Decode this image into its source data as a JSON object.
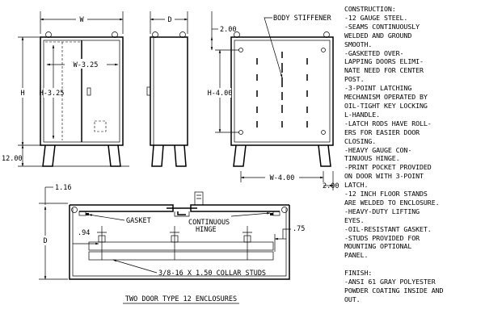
{
  "front_view": {
    "width_label": "W",
    "height_label": "H",
    "inner_width_label": "W-3.25",
    "inner_height_label": "H-3.25",
    "stand_height_label": "12.00"
  },
  "side_view": {
    "depth_label": "D"
  },
  "back_view": {
    "offset_label": "2.00",
    "stiffener_label": "BODY STIFFENER",
    "inner_height_label": "H-4.00",
    "inner_width_label": "W-4.00",
    "side_offset_label": "2.00"
  },
  "plan_view": {
    "top_offset_label": "1.16",
    "depth_label": "D",
    "gasket_label": "GASKET",
    "hinge_label_1": "CONTINUOUS",
    "hinge_label_2": "HINGE",
    "left_dim_label": ".94",
    "right_dim_label": ".75",
    "stud_label": "3/8-16 X 1.50 COLLAR STUDS"
  },
  "caption": "TWO DOOR TYPE 12 ENCLOSURES",
  "construction": {
    "heading": "CONSTRUCTION:",
    "lines": [
      "-12 GAUGE STEEL.",
      "-SEAMS CONTINUOUSLY",
      "WELDED AND GROUND",
      "SMOOTH.",
      "-GASKETED OVER-",
      "LAPPING DOORS ELIMI-",
      "NATE NEED FOR CENTER",
      "POST.",
      "-3-POINT LATCHING",
      "MECHANISM OPERATED BY",
      "OIL-TIGHT KEY LOCKING",
      "L-HANDLE.",
      "-LATCH RODS HAVE ROLL-",
      "ERS FOR EASIER DOOR",
      "CLOSING.",
      "-HEAVY GAUGE CON-",
      "TINUOUS HINGE.",
      "-PRINT POCKET PROVIDED",
      "ON DOOR WITH 3-POINT",
      "LATCH.",
      "-12 INCH FLOOR STANDS",
      "ARE WELDED TO ENCLOSURE.",
      "-HEAVY-DUTY LIFTING",
      "EYES.",
      "-OIL-RESISTANT GASKET.",
      "-STUDS PROVIDED FOR",
      "MOUNTING OPTIONAL",
      "PANEL."
    ]
  },
  "finish": {
    "heading": "FINISH:",
    "lines": [
      "-ANSI 61 GRAY POLYESTER",
      "POWDER COATING INSIDE AND",
      "OUT."
    ]
  }
}
